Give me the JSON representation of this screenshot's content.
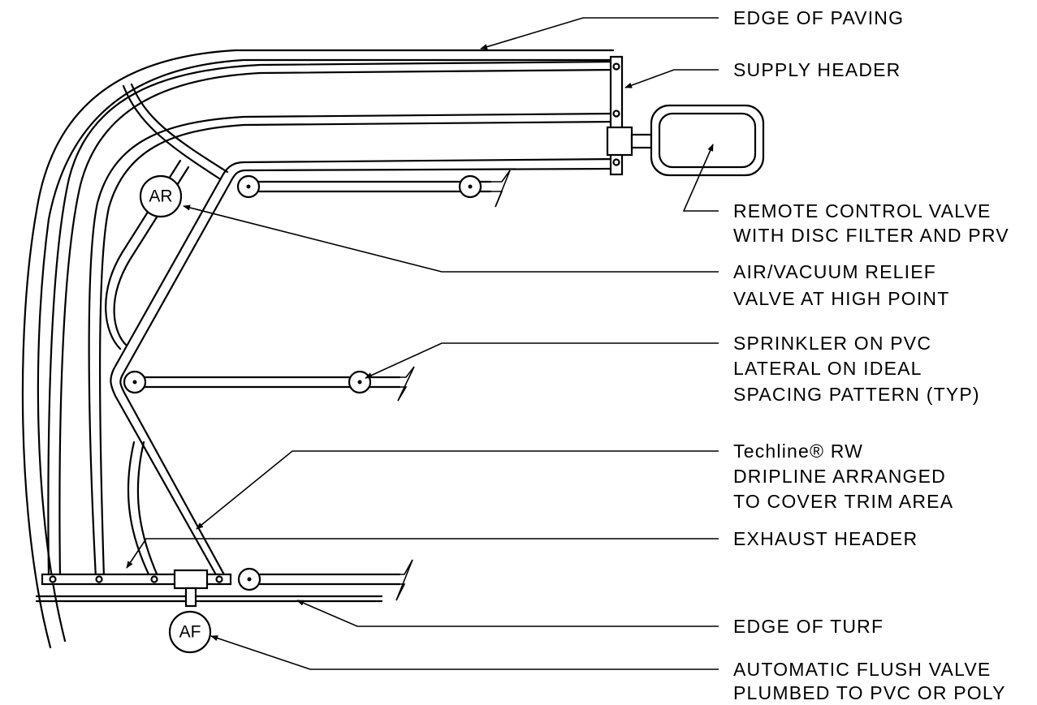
{
  "callouts": {
    "edge_of_paving": [
      "EDGE OF PAVING"
    ],
    "supply_header": [
      "SUPPLY HEADER"
    ],
    "remote_control_valve": [
      "REMOTE CONTROL VALVE",
      "WITH DISC FILTER AND PRV"
    ],
    "air_vacuum_relief": [
      "AIR/VACUUM RELIEF",
      "VALVE AT HIGH POINT"
    ],
    "sprinkler": [
      "SPRINKLER ON PVC",
      "LATERAL ON IDEAL",
      "SPACING PATTERN (TYP)"
    ],
    "dripline": [
      "Techline® RW",
      "DRIPLINE ARRANGED",
      "TO COVER TRIM AREA"
    ],
    "exhaust_header": [
      "EXHAUST HEADER"
    ],
    "edge_of_turf": [
      "EDGE OF TURF"
    ],
    "flush_valve": [
      "AUTOMATIC FLUSH VALVE",
      "PLUMBED TO PVC OR POLY"
    ]
  },
  "symbols": {
    "air_relief": "AR",
    "auto_flush": "AF"
  }
}
